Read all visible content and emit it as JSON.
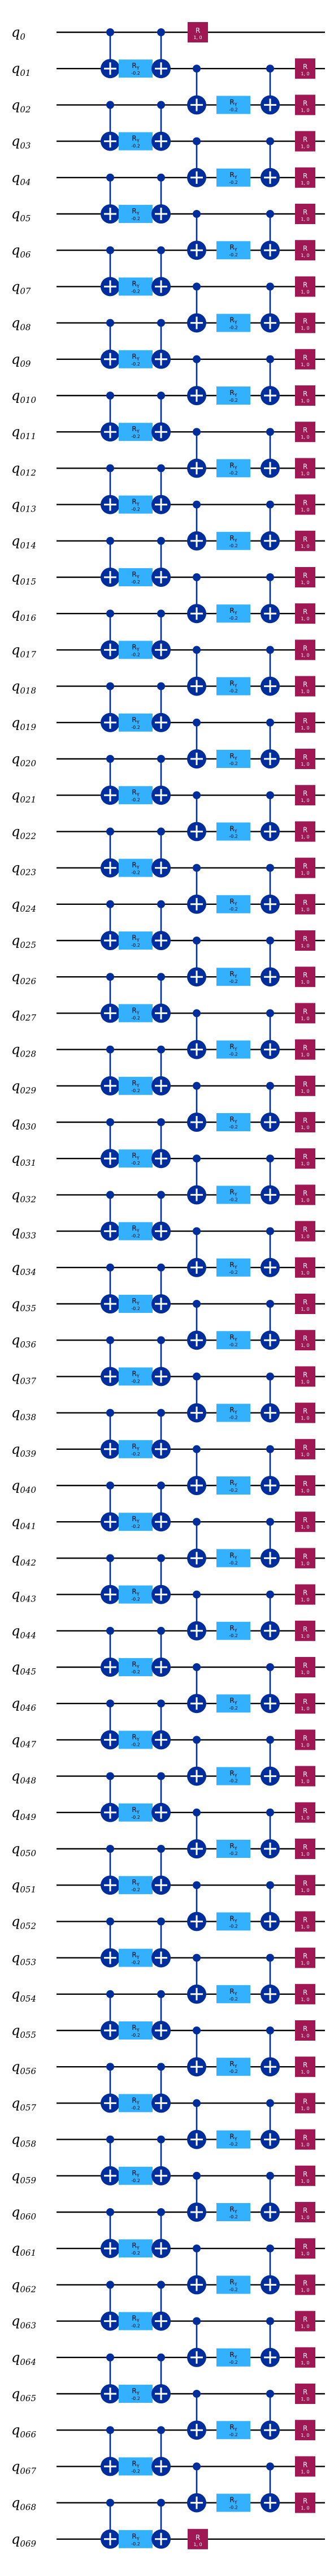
{
  "qubit_prefix": "q0",
  "num_qubits": 70,
  "colors": {
    "wire": "#000000",
    "cx": "#002d9c",
    "ry_gate": "#33b1ff",
    "r_gate": "#9f1853"
  },
  "gates": {
    "ry": {
      "label": "R",
      "sub": "Y",
      "param": "-0.2"
    },
    "r": {
      "label": "R",
      "param": "1, 0"
    }
  },
  "icons": {
    "target": "cnot-target-icon",
    "control": "control-dot-icon"
  }
}
